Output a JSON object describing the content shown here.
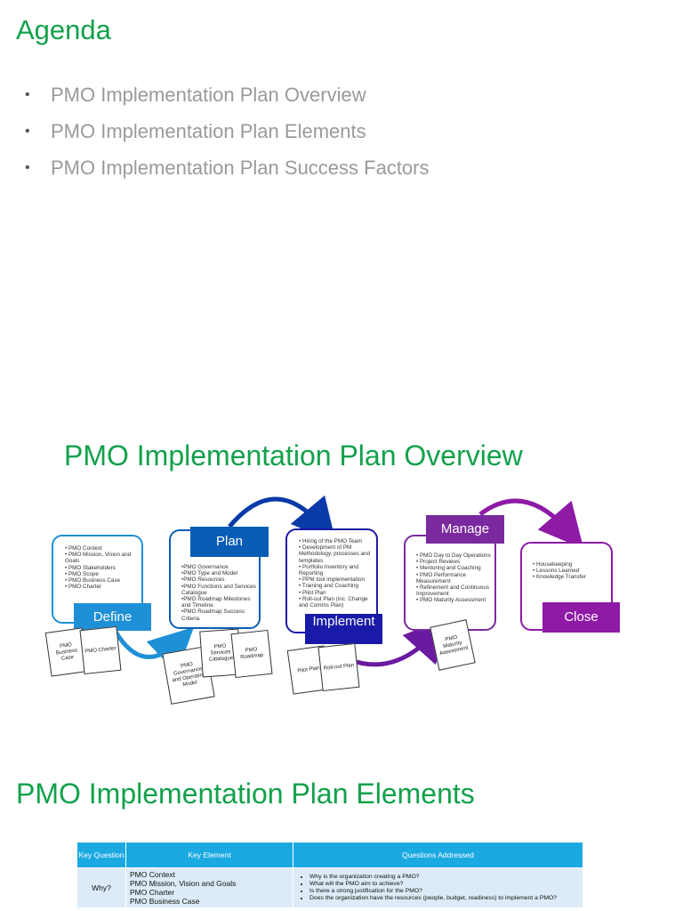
{
  "agenda": {
    "title": "Agenda",
    "items": [
      "PMO Implementation Plan Overview",
      "PMO Implementation Plan Elements",
      "PMO Implementation Plan Success Factors"
    ]
  },
  "overview": {
    "title": "PMO Implementation Plan Overview",
    "phases": {
      "define": {
        "label": "Define",
        "items": [
          "PMO Context",
          "PMO Mission, Vision and Goals",
          "PMO Stakeholders",
          "PMO Scope",
          "PMO Business Case",
          "PMO Charter"
        ],
        "docs": [
          "PMO Business Case",
          "PMO Charter"
        ]
      },
      "plan": {
        "label": "Plan",
        "items": [
          "PMO Governance",
          "PMO Type and Model",
          "PMO Resources",
          "PMO Functions and Services Catalogue",
          "PMO Roadmap Milestones and Timeline",
          "PMO Roadmap Success Criteria"
        ],
        "docs": [
          "PMO Governance and Operating Model",
          "PMO Services Catalogue",
          "PMO Roadmap"
        ]
      },
      "implement": {
        "label": "Implement",
        "items": [
          "Hiring of the PMO Team",
          "Development of PM Methodology, processes and templates",
          "Portfolio Inventory and Reporting",
          "PPM tool implementation",
          "Training and Coaching",
          "Pilot Plan",
          "Roll-out Plan (inc. Change and Comms Plan)"
        ],
        "docs": [
          "Pilot Plan",
          "Roll-out Plan"
        ]
      },
      "manage": {
        "label": "Manage",
        "items": [
          "PMO Day to Day Operations",
          "Project Reviews",
          "Mentoring and Coaching",
          "PMO Performance Measurement",
          "Refinement and Continuous Improvement",
          "PMO Maturity Assessment"
        ],
        "docs": [
          "PMO Maturity Assessment"
        ]
      },
      "close": {
        "label": "Close",
        "items": [
          "Housekeeping",
          "Lessons Learned",
          "Knowledge Transfer"
        ]
      }
    },
    "colors": {
      "define": "#1e90d6",
      "plan": "#0a5db5",
      "implement": "#1a1aa8",
      "manage": "#7a2a9e",
      "close": "#8e1aa6"
    }
  },
  "elements": {
    "title": "PMO Implementation Plan Elements",
    "table": {
      "headers": [
        "Key Question",
        "Key Element",
        "Questions Addressed"
      ],
      "rows": [
        {
          "question": "Why?",
          "elements": [
            "PMO Context",
            "PMO Mission, Vision and Goals",
            "PMO Charter",
            "PMO Business Case"
          ],
          "addressed": [
            "Why is the organization creating a PMO?",
            "What will the PMO aim to achieve?",
            "Is there a strong justification for the PMO?",
            "Does the organization have the resources (people, budget, readiness) to implement a PMO?"
          ]
        }
      ]
    }
  }
}
